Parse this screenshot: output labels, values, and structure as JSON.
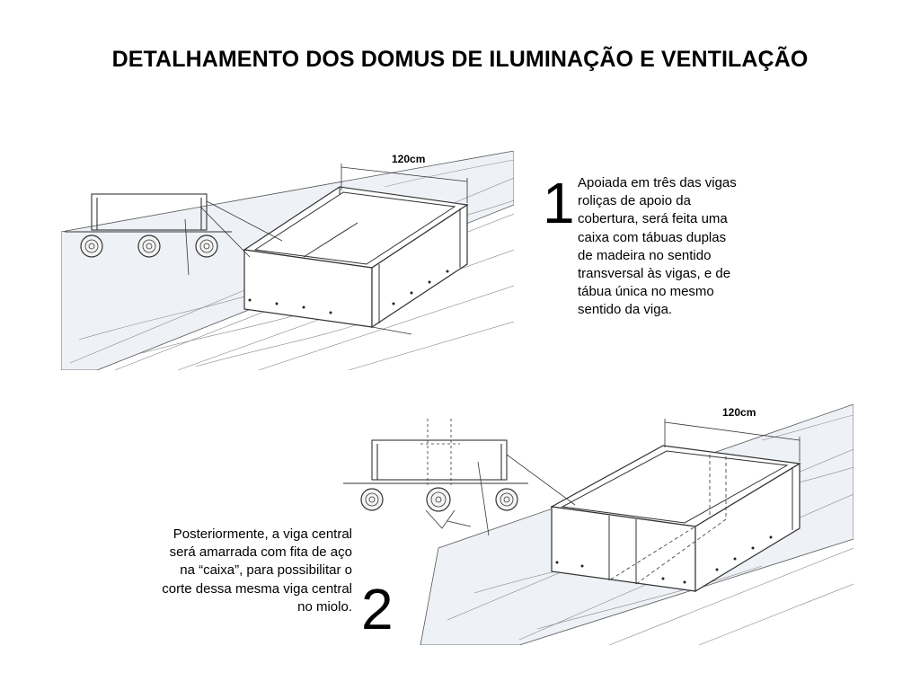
{
  "title": "DETALHAMENTO DOS DOMUS DE ILUMINAÇÃO E VENTILAÇÃO",
  "step1": {
    "number": "1",
    "dimension": "120cm",
    "description": "Apoiada em três das vigas roliças de apoio da cobertura, será feita uma caixa com tábuas duplas de madeira no sentido transversal às vigas, e de tábua única no mesmo sentido da viga."
  },
  "step2": {
    "number": "2",
    "dimension": "120cm",
    "description": "Posteriormente, a viga central será amarrada com fita de aço na “caixa”, para possibilitar o corte dessa mesma viga central no miolo."
  }
}
